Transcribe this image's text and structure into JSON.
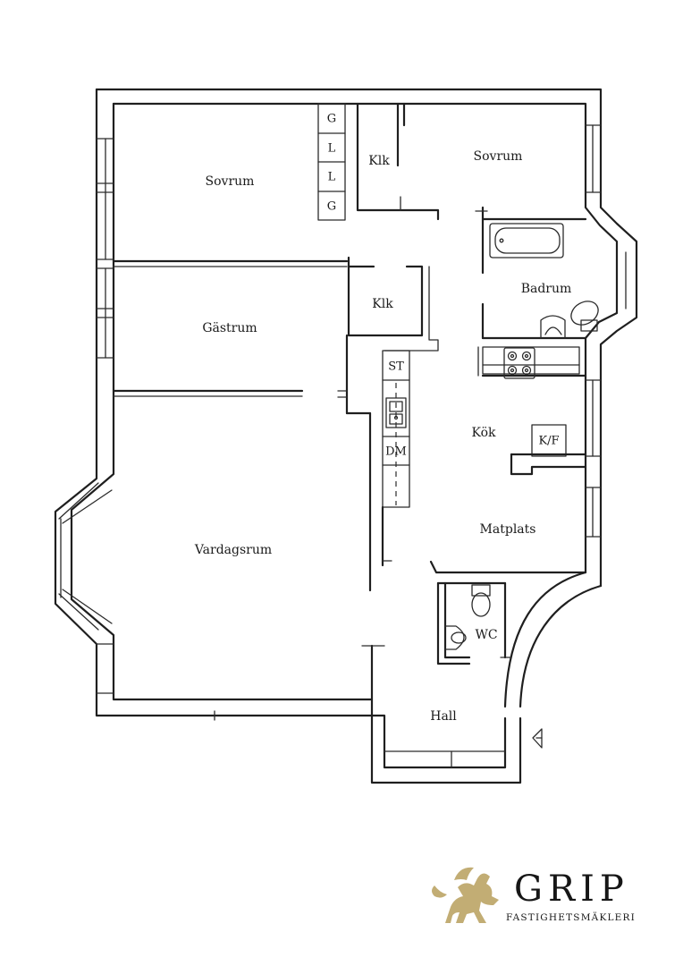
{
  "rooms": {
    "sovrum_left": "Sovrum",
    "sovrum_right": "Sovrum",
    "klk_top": "Klk",
    "klk_mid": "Klk",
    "gastrum": "Gästrum",
    "badrum": "Badrum",
    "kok": "Kök",
    "matplats": "Matplats",
    "vardagsrum": "Vardagsrum",
    "wc": "WC",
    "hall": "Hall"
  },
  "wardrobe": [
    "G",
    "L",
    "L",
    "G"
  ],
  "fixtures": {
    "st": "ST",
    "dm": "DM",
    "kf": "K/F"
  },
  "logo": {
    "name": "GRIP",
    "subtitle": "FASTIGHETSMÄKLERI",
    "color": "#c2ad74"
  }
}
